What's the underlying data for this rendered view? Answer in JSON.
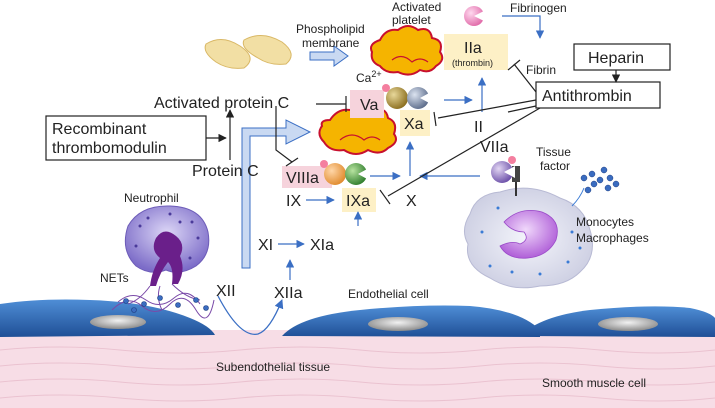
{
  "labels": {
    "activated_platelet": [
      "Activated",
      "platelet"
    ],
    "fibrinogen": "Fibrinogen",
    "phospholipid_membrane": [
      "Phospholipid",
      "membrane"
    ],
    "ca2": "Ca",
    "ca2_sup": "2+",
    "iia": "IIa",
    "thrombin": "(thrombin)",
    "fibrin": "Fibrin",
    "heparin": "Heparin",
    "antithrombin": "Antithrombin",
    "activated_protein_c": "Activated protein C",
    "va": "Va",
    "xa": "Xa",
    "ii": "II",
    "recombinant_thrombomodulin": [
      "Recombinant",
      "thrombomodulin"
    ],
    "protein_c": "Protein C",
    "viiia": "VIIIa",
    "ix": "IX",
    "ixa": "IXa",
    "x": "X",
    "viia": "VIIa",
    "tissue_factor": [
      "Tissue",
      "factor"
    ],
    "neutrophil": "Neutrophil",
    "xi": "XI",
    "xia": "XIa",
    "monocytes_macrophages": [
      "Monocytes",
      "Macrophages"
    ],
    "nets": "NETs",
    "xii": "XII",
    "xiia": "XIIa",
    "endothelial_cell": "Endothelial cell",
    "subendothelial_tissue": "Subendothelial tissue",
    "smooth_muscle_cell": "Smooth muscle cell"
  },
  "colors": {
    "arrow_blue": "#3b6fc4",
    "platelet_fill": "#f5b400",
    "platelet_stroke": "#c8102e",
    "highlight_yellow": "#fdf0c6",
    "highlight_pink": "#f6d3dc",
    "endothelium": "#2f6fb8",
    "tissue_pink": "#f7dde6",
    "neutrophil_purple": "#8d7fd0"
  }
}
